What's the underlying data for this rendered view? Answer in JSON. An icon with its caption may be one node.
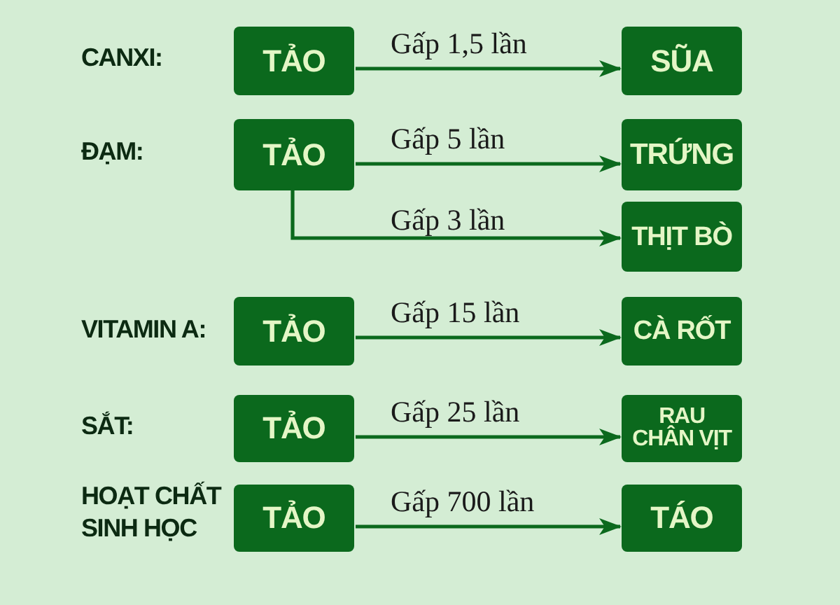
{
  "diagram": {
    "nodes": [
      {
        "text": [
          "TẢO"
        ]
      },
      {
        "text": [
          "SŨA"
        ]
      },
      {
        "text": [
          "TẢO"
        ]
      },
      {
        "text": [
          "TRỨNG"
        ]
      },
      {
        "text": [
          "THỊT BÒ"
        ]
      },
      {
        "text": [
          "TẢO"
        ]
      },
      {
        "text": [
          "CÀ RỐT"
        ]
      },
      {
        "text": [
          "TẢO"
        ]
      },
      {
        "text": [
          "RAU CHÂN VỊT"
        ]
      },
      {
        "text": [
          "TẢO"
        ]
      },
      {
        "text": [
          "TÁO"
        ]
      }
    ],
    "edges": [
      {
        "from": 0,
        "to": 1,
        "arrow": "to",
        "label": "Gấp 1,5 lần"
      },
      {
        "from": 2,
        "to": 3,
        "arrow": "to",
        "label": "Gấp 5 lần"
      },
      {
        "from": 2,
        "to": 4,
        "arrow": "to",
        "label": "Gấp 3 lần"
      },
      {
        "from": 5,
        "to": 6,
        "arrow": "to",
        "label": "Gấp 15 lần"
      },
      {
        "from": 7,
        "to": 8,
        "arrow": "to",
        "label": "Gấp 25 lần"
      },
      {
        "from": 9,
        "to": 10,
        "arrow": "to",
        "label": "Gấp 700 lần"
      }
    ],
    "labels": [
      "CANXI:",
      "ĐẠM:",
      "VITAMIN A:",
      "SẮT:",
      "HOẠT CHẤT SINH HỌC"
    ]
  }
}
